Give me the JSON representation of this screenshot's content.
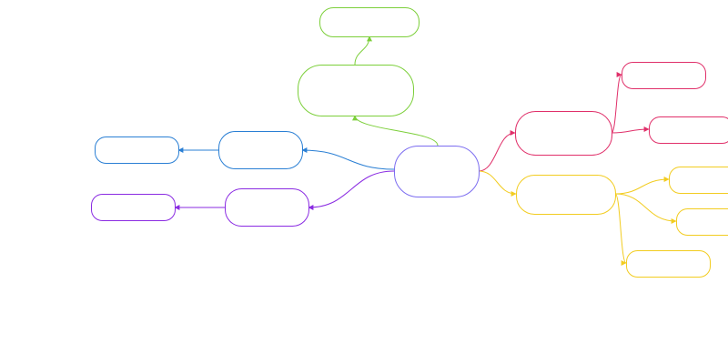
{
  "colors": {
    "root": "#7b6cf0",
    "green": "#7ccf3a",
    "blue": "#2a7fd4",
    "purple": "#8a2be2",
    "pink": "#e0306a",
    "yellow": "#f2cc20"
  },
  "nodes": [
    {
      "id": "root",
      "label": "",
      "color": "root"
    },
    {
      "id": "green-main",
      "label": "",
      "color": "green"
    },
    {
      "id": "green-child",
      "label": "",
      "color": "green"
    },
    {
      "id": "blue-main",
      "label": "",
      "color": "blue"
    },
    {
      "id": "blue-child",
      "label": "",
      "color": "blue"
    },
    {
      "id": "purple-main",
      "label": "",
      "color": "purple"
    },
    {
      "id": "purple-child",
      "label": "",
      "color": "purple"
    },
    {
      "id": "pink-main",
      "label": "",
      "color": "pink"
    },
    {
      "id": "pink-child-1",
      "label": "",
      "color": "pink"
    },
    {
      "id": "pink-child-2",
      "label": "",
      "color": "pink"
    },
    {
      "id": "yellow-main",
      "label": "",
      "color": "yellow"
    },
    {
      "id": "yellow-child-1",
      "label": "",
      "color": "yellow"
    },
    {
      "id": "yellow-child-2",
      "label": "",
      "color": "yellow"
    },
    {
      "id": "yellow-child-3",
      "label": "",
      "color": "yellow"
    }
  ],
  "edges": [
    {
      "from": "root",
      "to": "green-main",
      "color": "green"
    },
    {
      "from": "green-main",
      "to": "green-child",
      "color": "green"
    },
    {
      "from": "root",
      "to": "blue-main",
      "color": "blue"
    },
    {
      "from": "blue-main",
      "to": "blue-child",
      "color": "blue"
    },
    {
      "from": "root",
      "to": "purple-main",
      "color": "purple"
    },
    {
      "from": "purple-main",
      "to": "purple-child",
      "color": "purple"
    },
    {
      "from": "root",
      "to": "pink-main",
      "color": "pink"
    },
    {
      "from": "pink-main",
      "to": "pink-child-1",
      "color": "pink"
    },
    {
      "from": "pink-main",
      "to": "pink-child-2",
      "color": "pink"
    },
    {
      "from": "root",
      "to": "yellow-main",
      "color": "yellow"
    },
    {
      "from": "yellow-main",
      "to": "yellow-child-1",
      "color": "yellow"
    },
    {
      "from": "yellow-main",
      "to": "yellow-child-2",
      "color": "yellow"
    },
    {
      "from": "yellow-main",
      "to": "yellow-child-3",
      "color": "yellow"
    }
  ]
}
